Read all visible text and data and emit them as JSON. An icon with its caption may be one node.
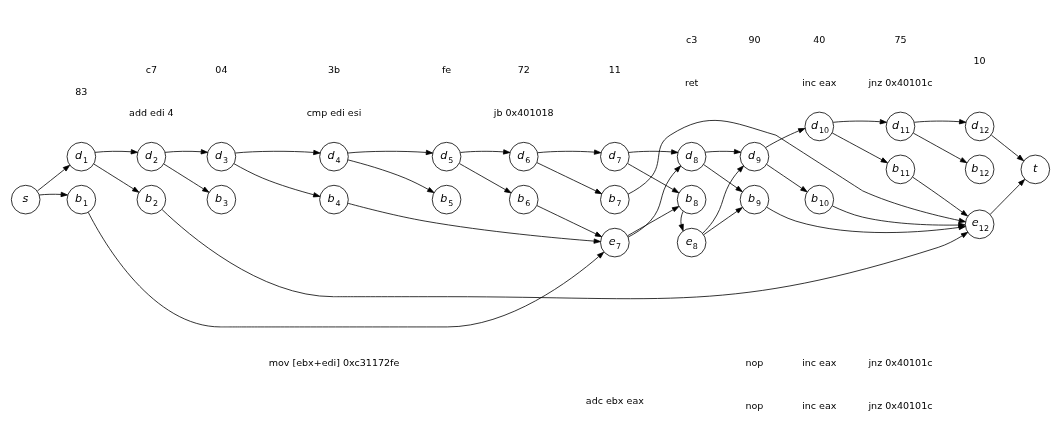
{
  "diagram": {
    "nodes": [
      {
        "text": [
          "s"
        ]
      },
      {
        "text": [
          "d$_{1}$"
        ]
      },
      {
        "text": [
          "d$_{2}$"
        ]
      },
      {
        "text": [
          "d$_{3}$"
        ]
      },
      {
        "text": [
          "d$_{4}$"
        ]
      },
      {
        "text": [
          "d$_{5}$"
        ]
      },
      {
        "text": [
          "d$_{6}$"
        ]
      },
      {
        "text": [
          "d$_{7}$"
        ]
      },
      {
        "text": [
          "d$_{8}$"
        ]
      },
      {
        "text": [
          "d$_{9}$"
        ]
      },
      {
        "text": [
          "d$_{10}$"
        ]
      },
      {
        "text": [
          "d$_{11}$"
        ]
      },
      {
        "text": [
          "d$_{12}$"
        ]
      },
      {
        "text": [
          "b$_{1}$"
        ]
      },
      {
        "text": [
          "b$_{2}$"
        ]
      },
      {
        "text": [
          "b$_{3}$"
        ]
      },
      {
        "text": [
          "b$_{4}$"
        ]
      },
      {
        "text": [
          "b$_{5}$"
        ]
      },
      {
        "text": [
          "b$_{6}$"
        ]
      },
      {
        "text": [
          "b$_{7}$"
        ]
      },
      {
        "text": [
          "b$_{8}$"
        ]
      },
      {
        "text": [
          "b$_{9}$"
        ]
      },
      {
        "text": [
          "b$_{10}$"
        ]
      },
      {
        "text": [
          "b$_{11}$"
        ]
      },
      {
        "text": [
          "b$_{12}$"
        ]
      },
      {
        "text": [
          "e$_{7}$"
        ]
      },
      {
        "text": [
          "e$_{8}$"
        ]
      },
      {
        "text": [
          "e$_{12}$"
        ]
      },
      {
        "text": [
          "t"
        ]
      }
    ],
    "edges": [
      {
        "from": 0,
        "to": 1,
        "arrow": "to"
      },
      {
        "from": 0,
        "to": 13,
        "arrow": "to"
      },
      {
        "from": 1,
        "to": 2,
        "arrow": "to"
      },
      {
        "from": 2,
        "to": 3,
        "arrow": "to"
      },
      {
        "from": 3,
        "to": 4,
        "arrow": "to"
      },
      {
        "from": 4,
        "to": 5,
        "arrow": "to"
      },
      {
        "from": 5,
        "to": 6,
        "arrow": "to"
      },
      {
        "from": 6,
        "to": 7,
        "arrow": "to"
      },
      {
        "from": 7,
        "to": 8,
        "arrow": "to"
      },
      {
        "from": 8,
        "to": 9,
        "arrow": "to"
      },
      {
        "from": 9,
        "to": 10,
        "arrow": "to"
      },
      {
        "from": 10,
        "to": 11,
        "arrow": "to"
      },
      {
        "from": 11,
        "to": 12,
        "arrow": "to"
      },
      {
        "from": 1,
        "to": 14,
        "arrow": "to"
      },
      {
        "from": 2,
        "to": 15,
        "arrow": "to"
      },
      {
        "from": 3,
        "to": 16,
        "arrow": "to"
      },
      {
        "from": 4,
        "to": 17,
        "arrow": "to"
      },
      {
        "from": 5,
        "to": 18,
        "arrow": "to"
      },
      {
        "from": 6,
        "to": 19,
        "arrow": "to"
      },
      {
        "from": 7,
        "to": 20,
        "arrow": "to"
      },
      {
        "from": 8,
        "to": 21,
        "arrow": "to"
      },
      {
        "from": 9,
        "to": 22,
        "arrow": "to"
      },
      {
        "from": 10,
        "to": 23,
        "arrow": "to"
      },
      {
        "from": 11,
        "to": 24,
        "arrow": "to"
      },
      {
        "from": 12,
        "to": 28,
        "arrow": "to"
      },
      {
        "from": 13,
        "to": 25,
        "arrow": "to"
      },
      {
        "from": 16,
        "to": 25,
        "arrow": "to"
      },
      {
        "from": 18,
        "to": 25,
        "arrow": "to"
      },
      {
        "from": 14,
        "to": 27,
        "arrow": "to"
      },
      {
        "from": 19,
        "to": 27,
        "arrow": "to"
      },
      {
        "from": 20,
        "to": 26,
        "arrow": "to"
      },
      {
        "from": 21,
        "to": 27,
        "arrow": "to"
      },
      {
        "from": 22,
        "to": 27,
        "arrow": "to"
      },
      {
        "from": 23,
        "to": 27,
        "arrow": "to"
      },
      {
        "from": 25,
        "to": 8,
        "arrow": "to"
      },
      {
        "from": 25,
        "to": 20,
        "arrow": "to"
      },
      {
        "from": 26,
        "to": 9,
        "arrow": "to"
      },
      {
        "from": 26,
        "to": 21,
        "arrow": "to"
      },
      {
        "from": 27,
        "to": 28,
        "arrow": "to"
      }
    ],
    "labels": [
      "83",
      "c7",
      "04",
      "3b",
      "fe",
      "72",
      "11",
      "c3",
      "90",
      "40",
      "75",
      "10",
      "add edi 4",
      "cmp edi esi",
      "jb 0x401018",
      "ret",
      "inc eax",
      "jnz 0x40101c",
      "mov [ebx+edi] 0xc31172fe",
      "nop",
      "inc eax",
      "jnz 0x40101c",
      "adc ebx eax",
      "nop",
      "inc eax",
      "jnz 0x40101c"
    ]
  }
}
